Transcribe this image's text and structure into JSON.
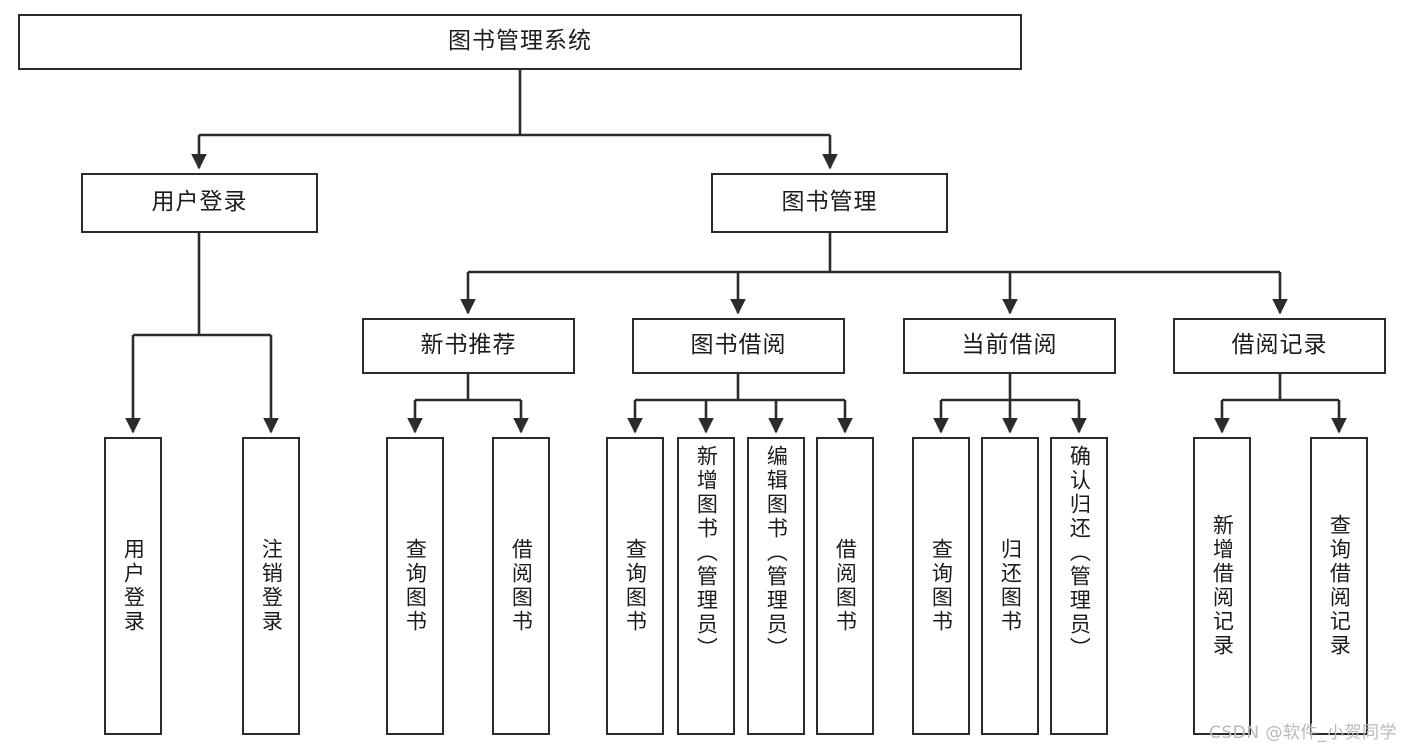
{
  "diagram": {
    "title": "图书管理系统",
    "type": "tree",
    "orientation": "top-down",
    "colors": {
      "box_border": "#2b2b2b",
      "box_fill": "#ffffff",
      "edge": "#2b2b2b",
      "text": "#1b1b1b",
      "background": "#ffffff",
      "watermark": "#b9b9b9"
    }
  },
  "root": {
    "label": "图书管理系统"
  },
  "level2": [
    {
      "label": "用户登录"
    },
    {
      "label": "图书管理"
    }
  ],
  "level3": [
    {
      "label": "新书推荐"
    },
    {
      "label": "图书借阅"
    },
    {
      "label": "当前借阅"
    },
    {
      "label": "借阅记录"
    }
  ],
  "leaves": {
    "user_login": [
      {
        "label": "用户登录"
      },
      {
        "label": "注销登录"
      }
    ],
    "new_book_recommend": [
      {
        "label": "查询图书"
      },
      {
        "label": "借阅图书"
      }
    ],
    "book_borrow": [
      {
        "label": "查询图书"
      },
      {
        "label": "新增图书（管理员）"
      },
      {
        "label": "编辑图书（管理员）"
      },
      {
        "label": "借阅图书"
      }
    ],
    "current_borrow": [
      {
        "label": "查询图书"
      },
      {
        "label": "归还图书"
      },
      {
        "label": "确认归还（管理员）"
      }
    ],
    "borrow_record": [
      {
        "label": "新增借阅记录"
      },
      {
        "label": "查询借阅记录"
      }
    ]
  },
  "watermark": {
    "text": "CSDN @软件_小贺同学"
  }
}
